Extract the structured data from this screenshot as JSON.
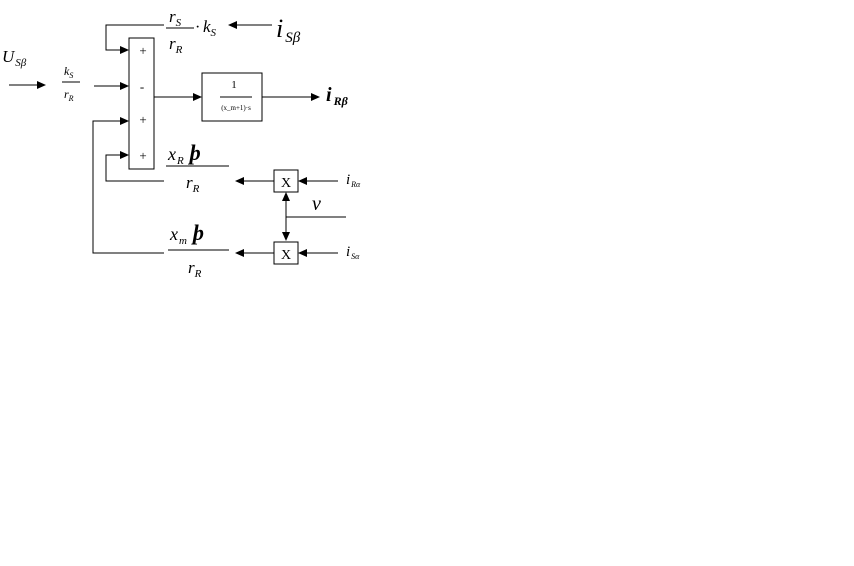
{
  "inputs": {
    "u_s_beta": {
      "main": "U",
      "sub": "Sβ"
    },
    "i_s_beta": {
      "main": "i",
      "sub": "Sβ"
    },
    "i_r_alpha": {
      "main": "i",
      "sub": "Rα"
    },
    "i_s_alpha": {
      "main": "i",
      "sub": "Sα"
    },
    "omega": "ν"
  },
  "gains": {
    "ks_over_rr": {
      "num_main": "k",
      "num_sub": "S",
      "den_main": "r",
      "den_sub": "R"
    },
    "feedback_top": {
      "num_main": "r",
      "num_sub": "S",
      "den_main": "r",
      "den_sub": "R",
      "mult": "·",
      "factor_main": "k",
      "factor_sub": "S"
    },
    "xr_over_rr": {
      "num_main": "x",
      "num_sub": "R",
      "num_suffix": "ϸ",
      "den_main": "r",
      "den_sub": "R"
    },
    "xm_over_rr": {
      "num_main": "x",
      "num_sub": "m",
      "num_suffix": "ϸ",
      "den_main": "r",
      "den_sub": "R"
    }
  },
  "summer_signs": [
    "+",
    "-",
    "+",
    "+"
  ],
  "integrator": {
    "num": "1",
    "den": "(x_m+1)·s"
  },
  "multipliers": [
    "X",
    "X"
  ],
  "output": {
    "main": "i",
    "sub": "Rβ"
  }
}
